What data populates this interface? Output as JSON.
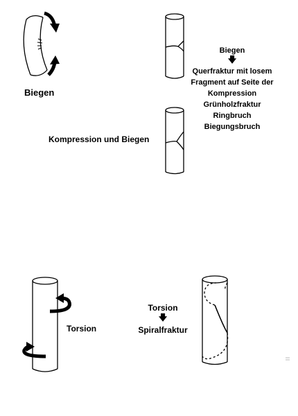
{
  "top_left": {
    "label": "Biegen"
  },
  "top_right": {
    "cause": "Biegen",
    "arrow": "down-arrow",
    "results": [
      "Querfraktur mit losem",
      "Fragment auf Seite der",
      "Kompression",
      "Grünholzfraktur",
      "Ringbruch",
      "Biegungsbruch"
    ]
  },
  "middle": {
    "label": "Kompression und Biegen"
  },
  "bottom_left": {
    "label": "Torsion"
  },
  "bottom_middle": {
    "cause": "Torsion",
    "arrow": "down-arrow",
    "result": "Spiralfraktur"
  }
}
